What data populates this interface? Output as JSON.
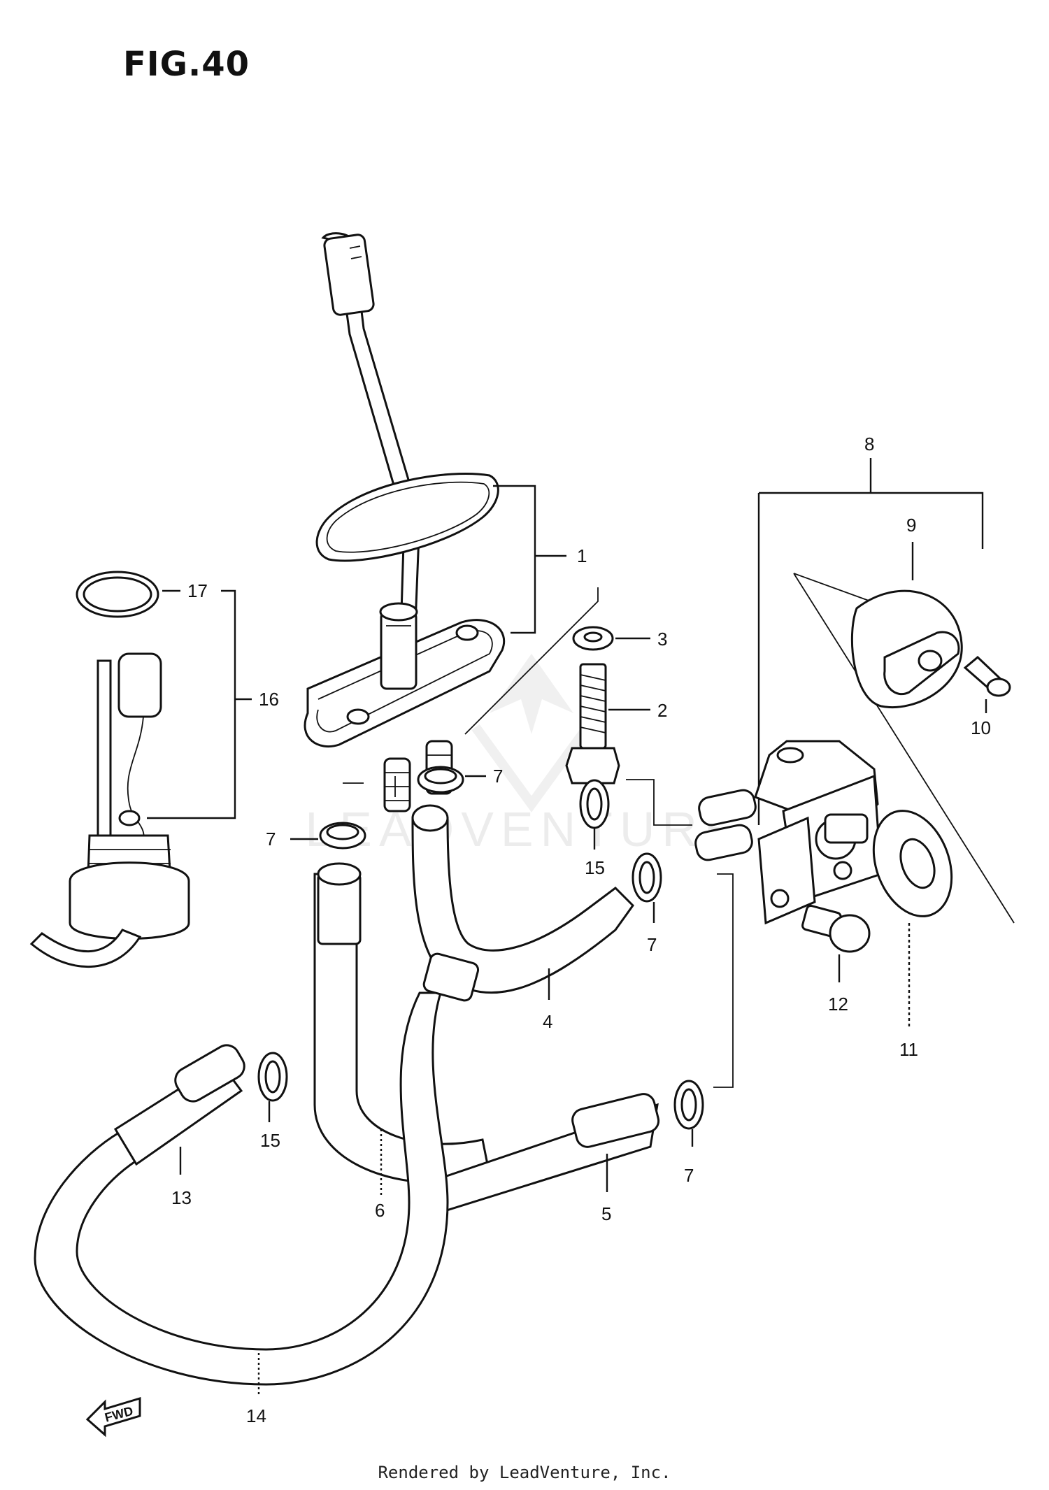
{
  "figure": {
    "title": "FIG.40"
  },
  "callouts": {
    "c1": "1",
    "c2": "2",
    "c3": "3",
    "c4": "4",
    "c5": "5",
    "c6": "6",
    "c7a": "7",
    "c7b": "7",
    "c7c": "7",
    "c7d": "7",
    "c8": "8",
    "c9": "9",
    "c10": "10",
    "c11": "11",
    "c12": "12",
    "c13": "13",
    "c14": "14",
    "c15a": "15",
    "c15b": "15",
    "c16": "16",
    "c17": "17"
  },
  "fwd_marker": "FWD",
  "watermark": "LEADVENTURE",
  "footer": "Rendered by LeadVenture, Inc."
}
